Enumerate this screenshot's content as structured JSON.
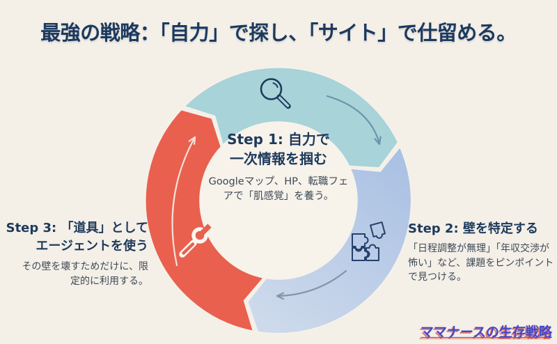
{
  "title": "最強の戦略：「自力」で探し、「サイト」で仕留める。",
  "steps": [
    {
      "heading_lines": [
        "Step 1: 自力で",
        "一次情報を掴む"
      ],
      "body_lines": [
        "Googleマップ、HP、転職フェ",
        "アで「肌感覚」を養う。"
      ],
      "icon": "magnifier-icon"
    },
    {
      "heading_lines": [
        "Step 2: 壁を特定する"
      ],
      "body_lines": [
        "「日程調整が無理」「年収交渉が",
        "怖い」など、課題をピンポイント",
        "で見つける。"
      ],
      "icon": "puzzle-icon"
    },
    {
      "heading_lines": [
        "Step 3: 「道具」として",
        "エージェントを使う"
      ],
      "body_lines": [
        "その壁を壊すためだけに、限",
        "定的に利用する。"
      ],
      "icon": "wrench-icon"
    }
  ],
  "footer": {
    "brand": "ママナースの生存戦略"
  },
  "colors": {
    "background": "#f4efe7",
    "title_navy": "#1c3a5e",
    "body_text": "#3d4a57",
    "teal_arc": "#a7d3d9",
    "blue_arc_top": "#a9c0e3",
    "blue_arc_bottom": "#cfdbec",
    "red_arc": "#e9604f",
    "icon_navy": "#24406b",
    "icon_white": "#fdf6ef",
    "link_blue": "#4348c6",
    "link_shadow_red": "#d9534f"
  }
}
